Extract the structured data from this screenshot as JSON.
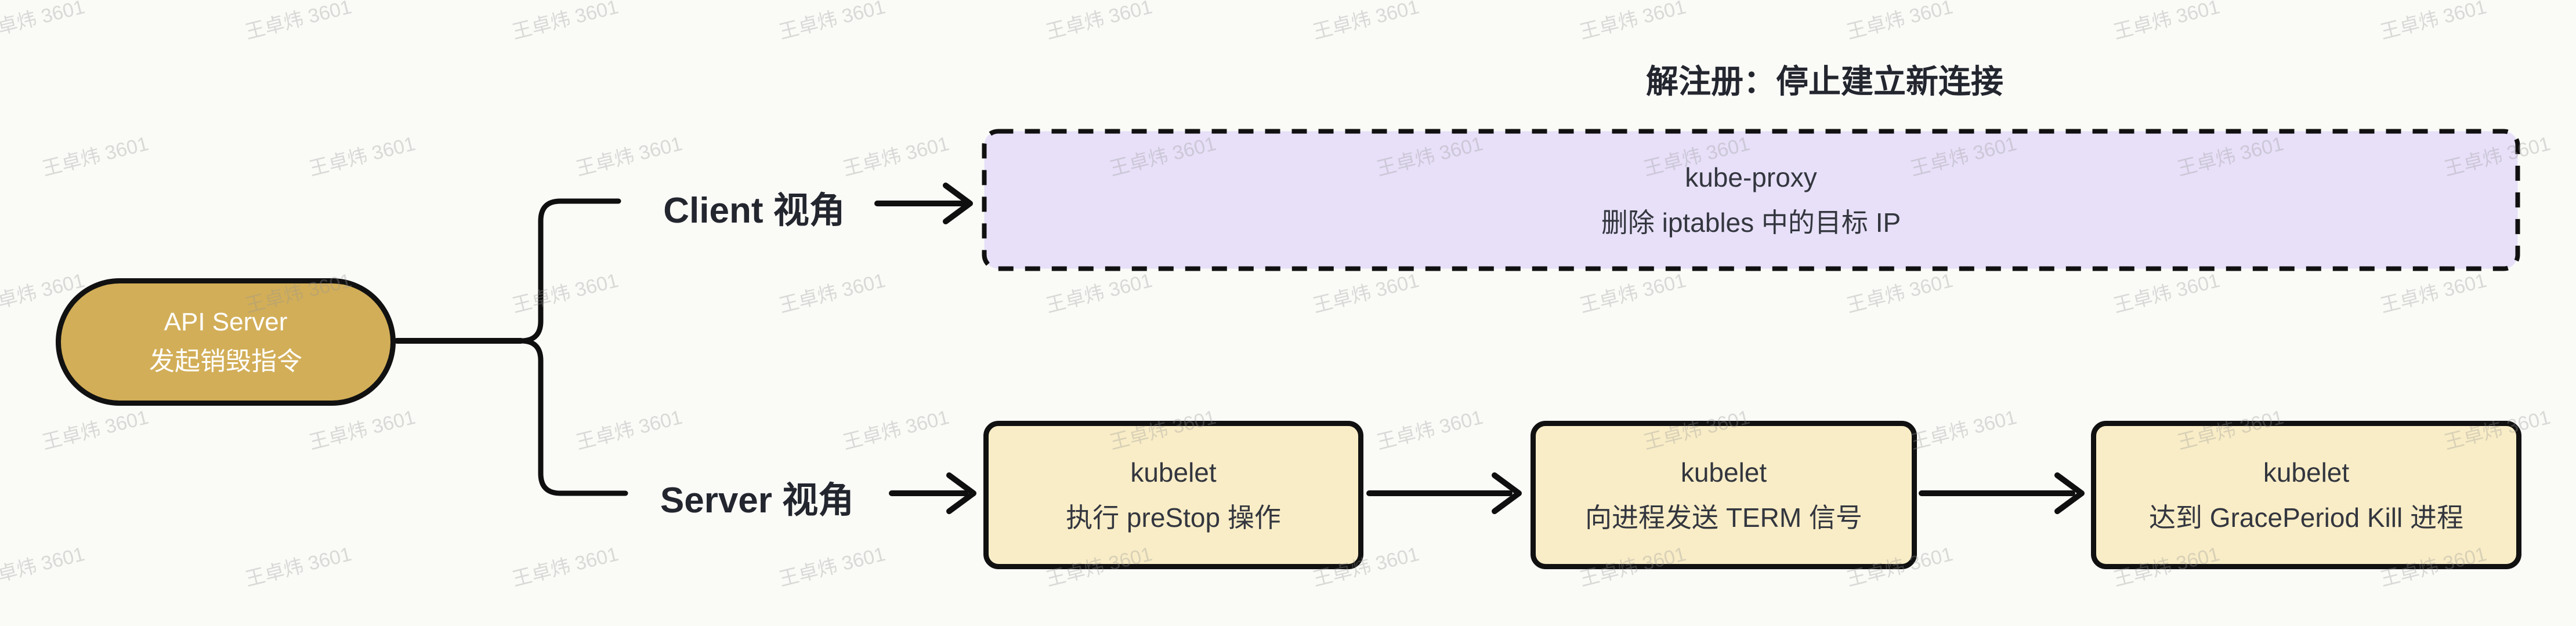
{
  "watermark": {
    "text": "王卓炜 3601"
  },
  "colors": {
    "background": "#fafaf7",
    "stroke": "#111111",
    "gold_fill": "#d2ae58",
    "cream_fill": "#f9edc7",
    "lavender_fill": "#e7e0f8",
    "heading_text": "#23262e",
    "node_text": "#33363e",
    "oval_text": "#ffffff",
    "watermark_text": "rgba(150,150,150,0.32)"
  },
  "root_node": {
    "line1": "API Server",
    "line2": "发起销毁指令"
  },
  "branches": {
    "client": {
      "label": "Client 视角",
      "annotation": "解注册：停止建立新连接",
      "node": {
        "line1": "kube-proxy",
        "line2": "删除 iptables 中的目标 IP"
      }
    },
    "server": {
      "label": "Server 视角",
      "nodes": [
        {
          "line1": "kubelet",
          "line2": "执行 preStop 操作"
        },
        {
          "line1": "kubelet",
          "line2": "向进程发送 TERM 信号"
        },
        {
          "line1": "kubelet",
          "line2": "达到 GracePeriod Kill 进程"
        }
      ]
    }
  }
}
